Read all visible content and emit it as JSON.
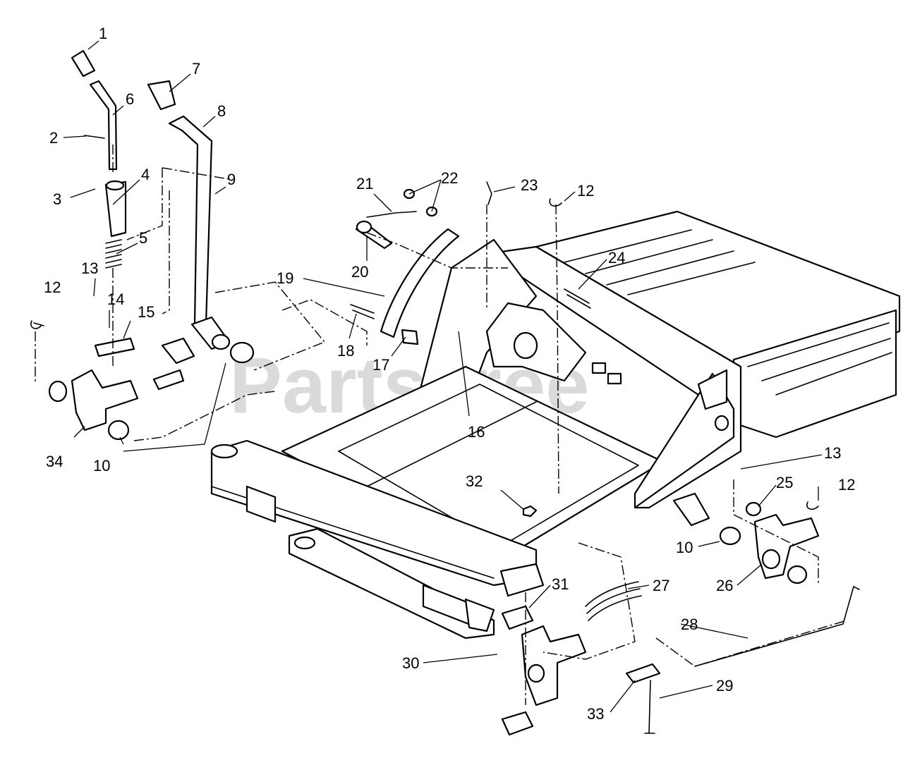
{
  "watermark": {
    "text": "PartsTree",
    "trademark": "TM"
  },
  "callouts": [
    {
      "id": "c1",
      "label": "1"
    },
    {
      "id": "c2",
      "label": "2"
    },
    {
      "id": "c3",
      "label": "3"
    },
    {
      "id": "c4",
      "label": "4"
    },
    {
      "id": "c5",
      "label": "5"
    },
    {
      "id": "c6",
      "label": "6"
    },
    {
      "id": "c7",
      "label": "7"
    },
    {
      "id": "c8",
      "label": "8"
    },
    {
      "id": "c9",
      "label": "9"
    },
    {
      "id": "c10a",
      "label": "10"
    },
    {
      "id": "c10b",
      "label": "10"
    },
    {
      "id": "c12a",
      "label": "12"
    },
    {
      "id": "c12b",
      "label": "12"
    },
    {
      "id": "c12c",
      "label": "12"
    },
    {
      "id": "c13a",
      "label": "13"
    },
    {
      "id": "c13b",
      "label": "13"
    },
    {
      "id": "c14",
      "label": "14"
    },
    {
      "id": "c15",
      "label": "15"
    },
    {
      "id": "c16",
      "label": "16"
    },
    {
      "id": "c17",
      "label": "17"
    },
    {
      "id": "c18",
      "label": "18"
    },
    {
      "id": "c19",
      "label": "19"
    },
    {
      "id": "c20",
      "label": "20"
    },
    {
      "id": "c21",
      "label": "21"
    },
    {
      "id": "c22",
      "label": "22"
    },
    {
      "id": "c23",
      "label": "23"
    },
    {
      "id": "c24",
      "label": "24"
    },
    {
      "id": "c25",
      "label": "25"
    },
    {
      "id": "c26",
      "label": "26"
    },
    {
      "id": "c27",
      "label": "27"
    },
    {
      "id": "c28",
      "label": "28"
    },
    {
      "id": "c29",
      "label": "29"
    },
    {
      "id": "c30",
      "label": "30"
    },
    {
      "id": "c31",
      "label": "31"
    },
    {
      "id": "c32",
      "label": "32"
    },
    {
      "id": "c33",
      "label": "33"
    },
    {
      "id": "c34",
      "label": "34"
    }
  ]
}
